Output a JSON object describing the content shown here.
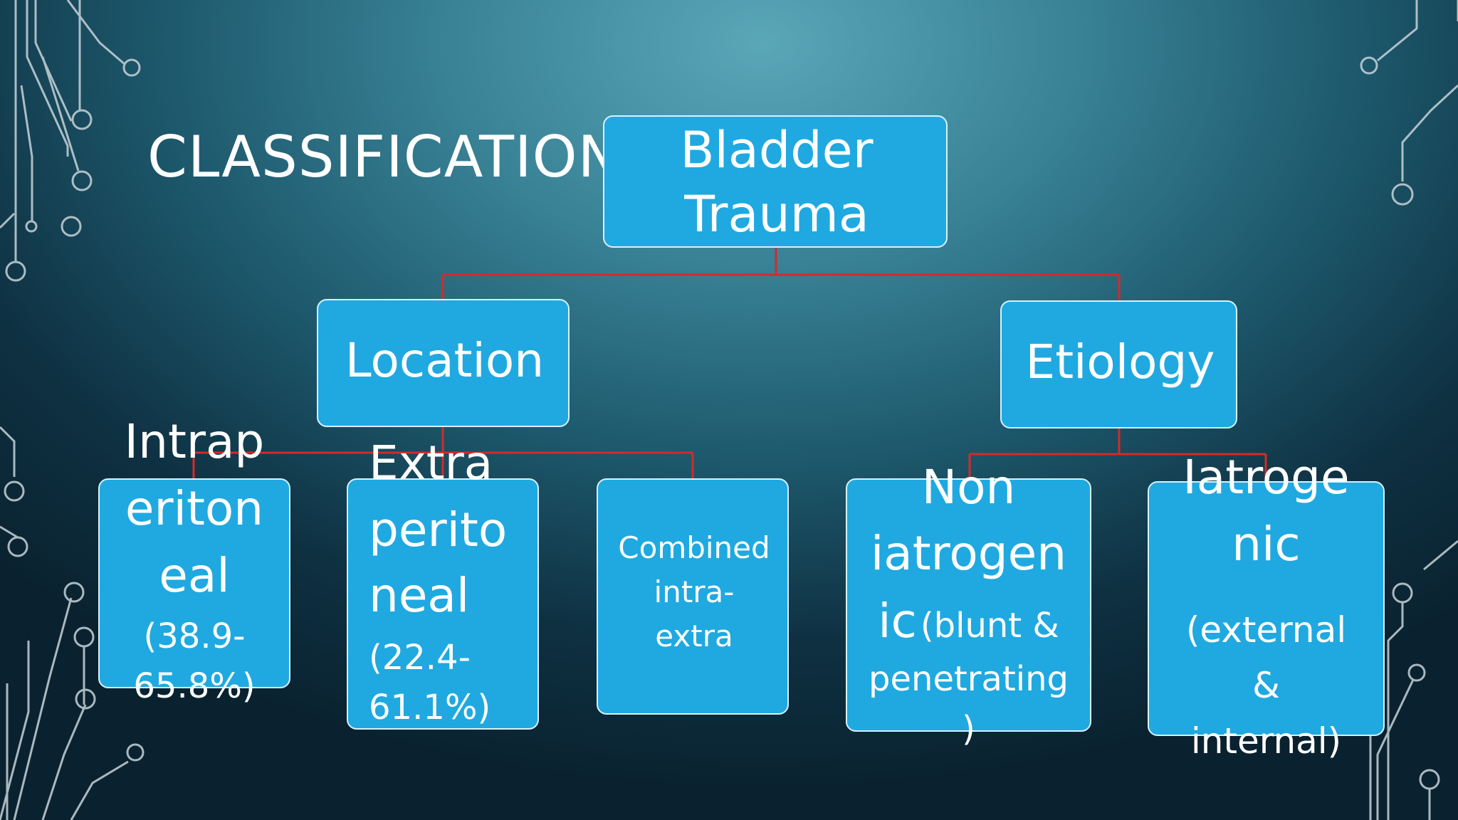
{
  "slide": {
    "title": "CLASSIFICATION"
  },
  "tree": {
    "root": {
      "line1": "Bladder",
      "line2": "Trauma"
    },
    "location": {
      "label": "Location"
    },
    "etiology": {
      "label": "Etiology"
    },
    "intraperitoneal": {
      "line1": "Intrap",
      "line2": "eriton",
      "line3": "eal",
      "line4": "(38.9-",
      "line5": "65.8%)"
    },
    "extraperitoneal": {
      "line1": "Extra",
      "line2": "perito",
      "line3": "neal",
      "line4": "(22.4-",
      "line5": "61.1%)"
    },
    "combined": {
      "line1": "Combined",
      "line2": "intra-",
      "line3": "extra"
    },
    "non_iatrogenic": {
      "line1": "Non",
      "line2": "iatrogen",
      "line3a": "ic",
      "line3b": "(blunt &",
      "line4": "penetrating",
      "line5": ")"
    },
    "iatrogenic": {
      "line1": "Iatroge",
      "line2": "nic",
      "line3": "(external",
      "line4": "&",
      "line5": "internal)"
    }
  },
  "colors": {
    "node_fill": "#1fa9e0",
    "node_border": "#d9f1fb",
    "connector": "#d42a2a",
    "text": "#ffffff",
    "circuit": "#c7d3d8"
  }
}
